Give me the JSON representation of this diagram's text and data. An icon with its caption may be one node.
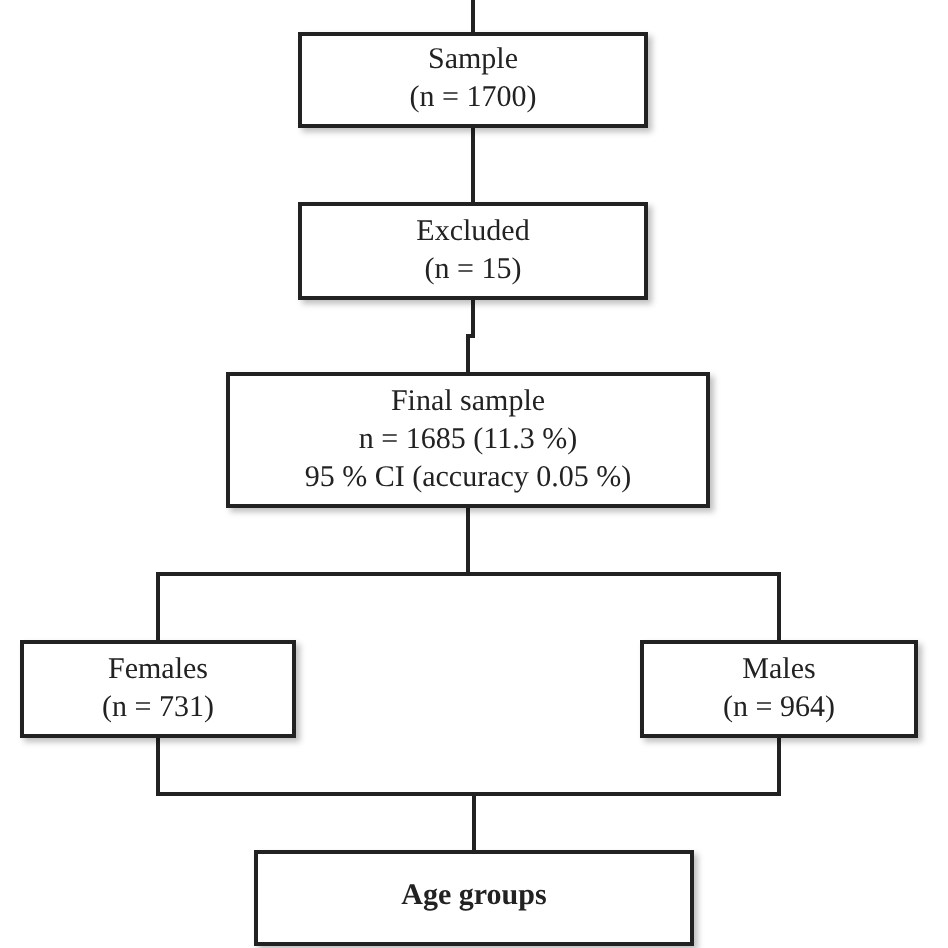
{
  "diagram": {
    "nodes": [
      {
        "text": [
          "Sample",
          "(n = 1700)"
        ]
      },
      {
        "text": [
          "Excluded",
          "(n = 15)"
        ]
      },
      {
        "text": [
          "Final sample",
          "n = 1685 (11.3 %)",
          "95 % CI (accuracy 0.05 %)"
        ]
      },
      {
        "text": [
          "Females",
          "(n = 731)"
        ]
      },
      {
        "text": [
          "Males",
          "(n = 964)"
        ]
      },
      {
        "text": [
          "Age groups"
        ]
      }
    ],
    "edges": [
      {
        "from": null,
        "to": 0,
        "arrow": "none"
      },
      {
        "from": 0,
        "to": 1,
        "arrow": "none"
      },
      {
        "from": 1,
        "to": 2,
        "arrow": "none"
      },
      {
        "from": 2,
        "to": 3,
        "arrow": "none"
      },
      {
        "from": 2,
        "to": 4,
        "arrow": "none"
      },
      {
        "from": 3,
        "to": 5,
        "arrow": "none"
      },
      {
        "from": 4,
        "to": 5,
        "arrow": "none"
      }
    ]
  }
}
